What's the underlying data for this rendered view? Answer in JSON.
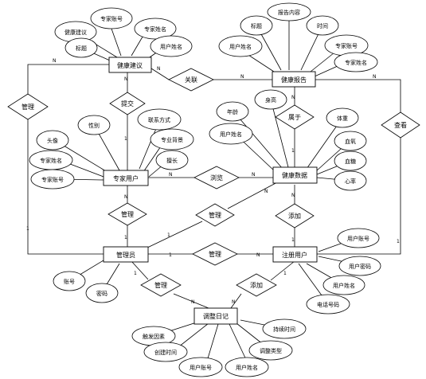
{
  "entities": {
    "advice": "健康建议",
    "report": "健康报告",
    "expert": "专家用户",
    "data": "健康数据",
    "admin": "管理员",
    "user": "注册用户",
    "log": "调整日记"
  },
  "relationships": {
    "associate": "关联",
    "submit": "提交",
    "manage_advice": "管理",
    "belongs": "属于",
    "review": "查看",
    "browse": "浏览",
    "manage_expert": "管理",
    "manage_data": "管理",
    "add_data": "添加",
    "manage_user": "管理",
    "manage_log": "管理",
    "add_log": "添加"
  },
  "attributes": {
    "advice": [
      "专家账号",
      "健康建议",
      "专家姓名",
      "标题",
      "用户姓名"
    ],
    "report": [
      "报告内容",
      "标题",
      "时间",
      "用户姓名",
      "专家账号",
      "专家姓名"
    ],
    "expert": [
      "性别",
      "联系方式",
      "头像",
      "专业背景",
      "专家姓名",
      "擅长",
      "专家账号"
    ],
    "data": [
      "身高",
      "年龄",
      "体重",
      "用户姓名",
      "血氧",
      "血糖",
      "心率"
    ],
    "admin": [
      "账号",
      "密码"
    ],
    "user": [
      "用户账号",
      "用户密码",
      "用户姓名",
      "电话号码"
    ],
    "log": [
      "触发因素",
      "持续时间",
      "创建时间",
      "调整类型",
      "用户账号",
      "用户姓名"
    ]
  },
  "cardinalities": {
    "one": "1",
    "many": "N"
  }
}
